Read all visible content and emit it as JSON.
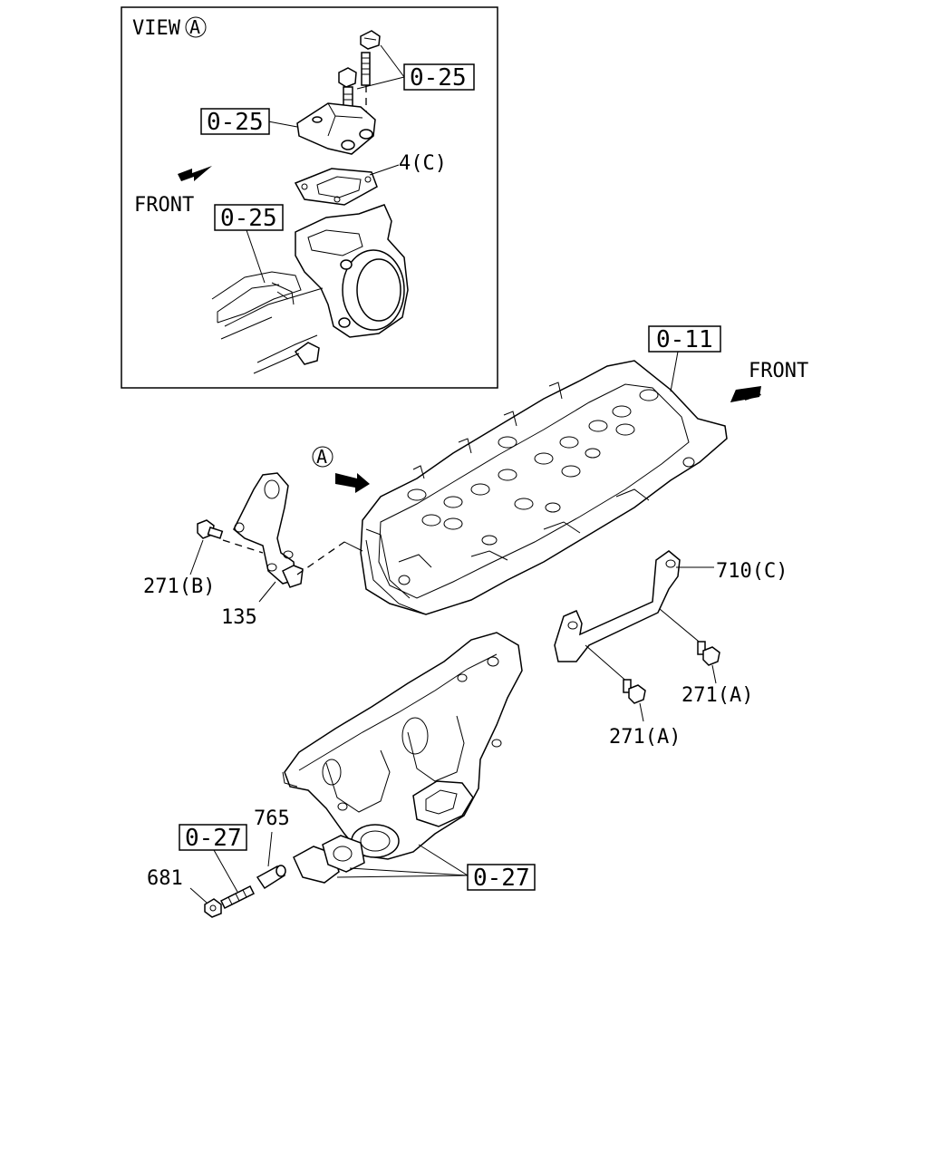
{
  "inset": {
    "view_label": "VIEW",
    "view_marker": "A",
    "front_label": "FRONT",
    "ref_top": "0-25",
    "ref_left": "0-25",
    "ref_lower": "0-25",
    "gasket_label": "4(C)"
  },
  "main": {
    "front_label": "FRONT",
    "view_marker": "A",
    "head_ref": "0-11",
    "bracket_label": "710(C)",
    "bolt_a_right": "271(A)",
    "bolt_a_lower": "271(A)",
    "bolt_b": "271(B)",
    "hanger_label": "135",
    "manifold_ref": "0-27",
    "stud_ref": "0-27",
    "spacer_label": "765",
    "nut_label": "681"
  }
}
